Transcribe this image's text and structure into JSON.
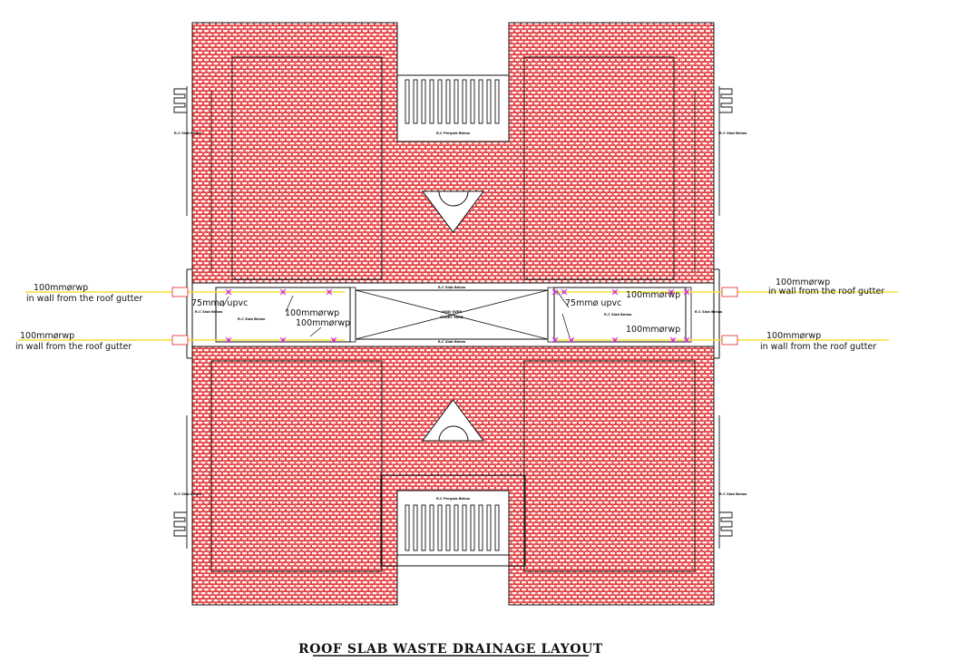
{
  "title": "ROOF SLAB WASTE DRAINAGE LAYOUT",
  "labels": {
    "rwp_left_top_1": "100mmørwp",
    "rwp_left_top_2": "in wall from the roof gutter",
    "rwp_left_bot_1": "100mmørwp",
    "rwp_left_bot_2": "in wall from the roof gutter",
    "rwp_right_top_1": "100mmørwp",
    "rwp_right_top_2": "in wall from the roof gutter",
    "rwp_right_bot_1": "100mmørwp",
    "rwp_right_bot_2": "in wall from the roof gutter",
    "upvc_left": "75mmø upvc",
    "upvc_right": "75mmø upvc",
    "rwp_mid_left_1": "100mmørwp",
    "rwp_mid_left_2": "100mmørwp",
    "rwp_mid_right_1": "100mmørwp",
    "rwp_mid_right_2": "100mmørwp",
    "rc_slab_below": "R.C Slab Below",
    "rc_pergola_below": "R.C Pergola Below",
    "void_over": "VOID OVER",
    "court_yard": "COURT YARD"
  },
  "colors": {
    "roof_tile": "#e0282a",
    "pipe_line": "#f2e23a",
    "outlet_marker": "#d633d6",
    "outline": "#111111"
  }
}
